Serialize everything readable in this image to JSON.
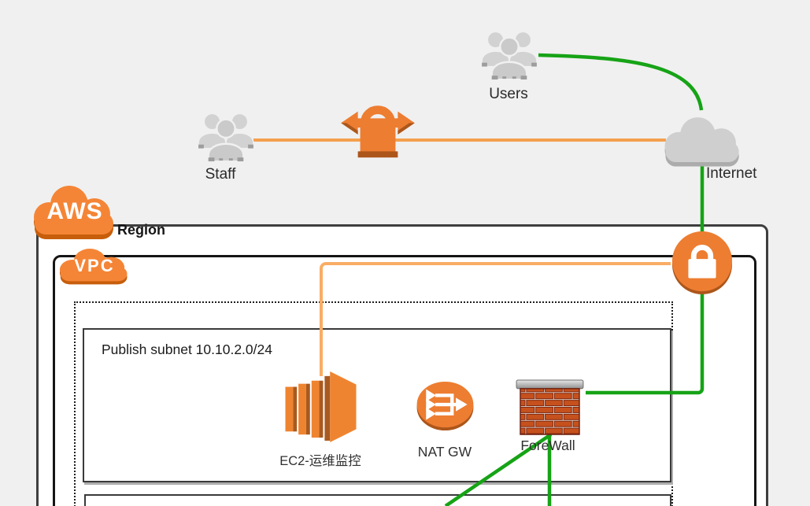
{
  "labels": {
    "users": "Users",
    "staff": "Staff",
    "internet": "Internet",
    "aws_cloud": "AWS",
    "region": "Region",
    "vpc": "VPC",
    "publish_subnet": "Publish subnet 10.10.2.0/24",
    "ec2": "EC2-运维监控",
    "nat_gw": "NAT GW",
    "firewall": "ForeWall"
  },
  "icons": [
    "users-group-icon",
    "staff-group-icon",
    "vpn-lock-arrows-icon",
    "internet-cloud-icon",
    "aws-cloud-icon",
    "vpc-cloud-icon",
    "gateway-lock-circle-icon",
    "ec2-instance-icon",
    "nat-gateway-icon",
    "firewall-brick-icon"
  ],
  "colors": {
    "bg": "#f0f0f0",
    "green": "#16a316",
    "orange_line": "#f5a04e",
    "orange_elbow": "#f9ad64",
    "aws_orange": "#f58536",
    "aws_orange_dark": "#c75e0b",
    "icon_orange": "#ed7d31",
    "icon_orange_dark": "#ac561b",
    "ec2_orange": "#ef8430",
    "ec2_orange_dark": "#a85a20",
    "cloud_gray": "#cfcfcf",
    "cloud_gray_dark": "#acacac",
    "people_gray": "#d2d2d2",
    "people_front": "#cacaca",
    "people_dark": "#9d9d9d",
    "brick": "#c6511d",
    "brick_mortar": "#d8c7bc",
    "brick_edge": "#82280f"
  }
}
